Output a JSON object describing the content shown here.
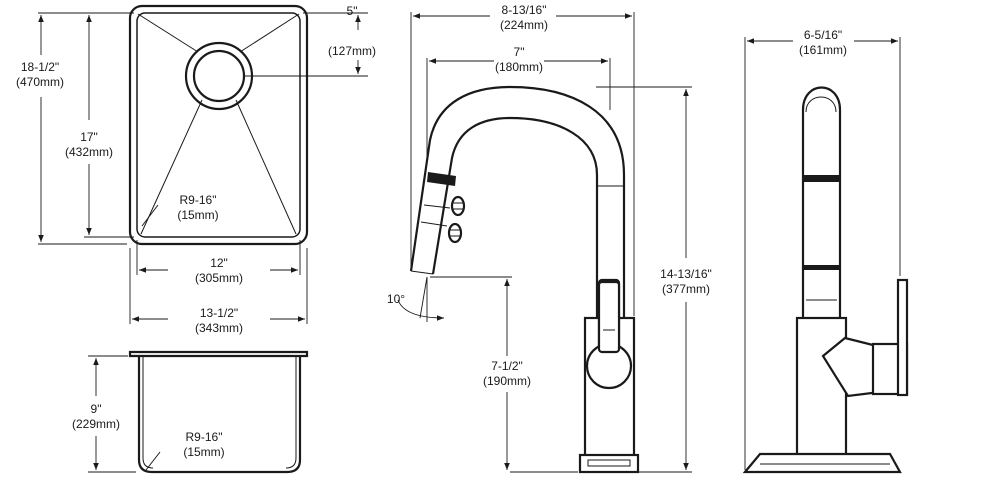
{
  "sink_top": {
    "overall_length": {
      "in": "18-1/2\"",
      "mm": "(470mm)"
    },
    "bowl_length": {
      "in": "17\"",
      "mm": "(432mm)"
    },
    "drain_offset": {
      "in": "5\"",
      "mm": "(127mm)"
    },
    "corner_radius": {
      "in": "R9-16\"",
      "mm": "(15mm)"
    },
    "bowl_width": {
      "in": "12\"",
      "mm": "(305mm)"
    },
    "overall_width": {
      "in": "13-1/2\"",
      "mm": "(343mm)"
    }
  },
  "sink_side": {
    "depth": {
      "in": "9\"",
      "mm": "(229mm)"
    },
    "corner_radius": {
      "in": "R9-16\"",
      "mm": "(15mm)"
    }
  },
  "faucet_side": {
    "overall_reach": {
      "in": "8-13/16\"",
      "mm": "(224mm)"
    },
    "spout_reach": {
      "in": "7\"",
      "mm": "(180mm)"
    },
    "spray_angle": "10°",
    "overall_height": {
      "in": "14-13/16\"",
      "mm": "(377mm)"
    },
    "spout_clearance": {
      "in": "7-1/2\"",
      "mm": "(190mm)"
    }
  },
  "faucet_front": {
    "base_width": {
      "in": "6-5/16\"",
      "mm": "(161mm)"
    }
  }
}
